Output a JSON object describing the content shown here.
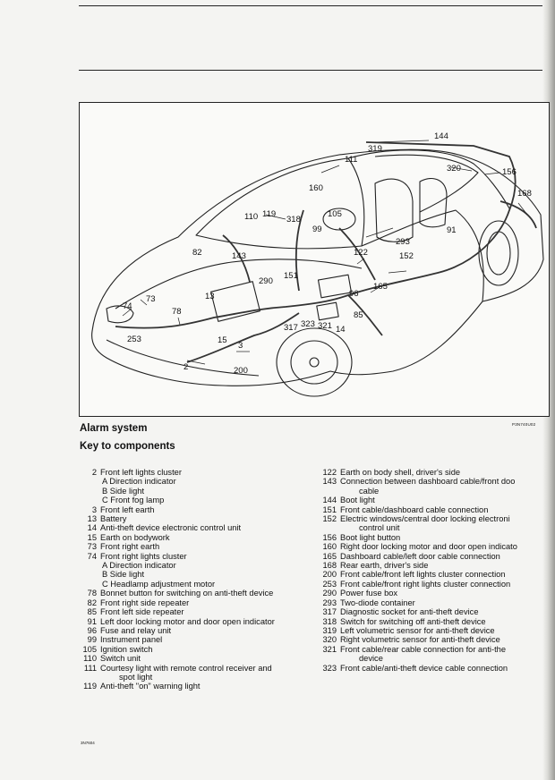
{
  "figure": {
    "code": "P3N740U02",
    "labels": [
      {
        "id": "144",
        "text": "144"
      },
      {
        "id": "319",
        "text": "319"
      },
      {
        "id": "111",
        "text": "111"
      },
      {
        "id": "320",
        "text": "320"
      },
      {
        "id": "156",
        "text": "156"
      },
      {
        "id": "168",
        "text": "168"
      },
      {
        "id": "160",
        "text": "160"
      },
      {
        "id": "110",
        "text": "110"
      },
      {
        "id": "119",
        "text": "119"
      },
      {
        "id": "318",
        "text": "318"
      },
      {
        "id": "105",
        "text": "105"
      },
      {
        "id": "99",
        "text": "99"
      },
      {
        "id": "91",
        "text": "91"
      },
      {
        "id": "82",
        "text": "82"
      },
      {
        "id": "143",
        "text": "143"
      },
      {
        "id": "122",
        "text": "122"
      },
      {
        "id": "293",
        "text": "293"
      },
      {
        "id": "152",
        "text": "152"
      },
      {
        "id": "151",
        "text": "151"
      },
      {
        "id": "290",
        "text": "290"
      },
      {
        "id": "165",
        "text": "165"
      },
      {
        "id": "73",
        "text": "73"
      },
      {
        "id": "13",
        "text": "13"
      },
      {
        "id": "96",
        "text": "96"
      },
      {
        "id": "74",
        "text": "74"
      },
      {
        "id": "78",
        "text": "78"
      },
      {
        "id": "85",
        "text": "85"
      },
      {
        "id": "317",
        "text": "317"
      },
      {
        "id": "323",
        "text": "323"
      },
      {
        "id": "321",
        "text": "321"
      },
      {
        "id": "14",
        "text": "14"
      },
      {
        "id": "253",
        "text": "253"
      },
      {
        "id": "15",
        "text": "15"
      },
      {
        "id": "3",
        "text": "3"
      },
      {
        "id": "2",
        "text": "2"
      },
      {
        "id": "200",
        "text": "200"
      }
    ]
  },
  "title": "Alarm system",
  "subtitle": "Key to components",
  "left_column": [
    {
      "num": "2",
      "text": "Front left lights cluster",
      "indent": "num"
    },
    {
      "num": "",
      "text": "A  Direction indicator",
      "indent": "sub"
    },
    {
      "num": "",
      "text": "B  Side light",
      "indent": "sub"
    },
    {
      "num": "",
      "text": "C  Front fog lamp",
      "indent": "sub"
    },
    {
      "num": "3",
      "text": "Front left earth",
      "indent": "num"
    },
    {
      "num": "13",
      "text": "Battery",
      "indent": "num"
    },
    {
      "num": "14",
      "text": "Anti-theft device electronic control unit",
      "indent": "num"
    },
    {
      "num": "15",
      "text": "Earth on bodywork",
      "indent": "num"
    },
    {
      "num": "73",
      "text": "Front right earth",
      "indent": "num"
    },
    {
      "num": "74",
      "text": "Front right lights cluster",
      "indent": "num"
    },
    {
      "num": "",
      "text": "A  Direction indicator",
      "indent": "sub"
    },
    {
      "num": "",
      "text": "B  Side light",
      "indent": "sub"
    },
    {
      "num": "",
      "text": "C  Headlamp adjustment motor",
      "indent": "sub"
    },
    {
      "num": "78",
      "text": "Bonnet button for switching on anti-theft device",
      "indent": "num"
    },
    {
      "num": "82",
      "text": "Front right side repeater",
      "indent": "num"
    },
    {
      "num": "85",
      "text": "Front left side repeater",
      "indent": "num"
    },
    {
      "num": "91",
      "text": "Left door locking motor and door open indicator",
      "indent": "num"
    },
    {
      "num": "96",
      "text": "Fuse and relay unit",
      "indent": "num"
    },
    {
      "num": "99",
      "text": "Instrument panel",
      "indent": "num"
    },
    {
      "num": "105",
      "text": "Ignition switch",
      "indent": "num"
    },
    {
      "num": "110",
      "text": "Switch unit",
      "indent": "num"
    },
    {
      "num": "111",
      "text": "Courtesy light with remote control receiver and",
      "indent": "num"
    },
    {
      "num": "",
      "text": "spot light",
      "indent": "cont"
    },
    {
      "num": "119",
      "text": "Anti-theft \"on\" warning light",
      "indent": "num"
    }
  ],
  "right_column": [
    {
      "num": "122",
      "text": "Earth on body shell, driver's side",
      "indent": "num"
    },
    {
      "num": "143",
      "text": "Connection between dashboard cable/front doo",
      "indent": "num"
    },
    {
      "num": "",
      "text": "cable",
      "indent": "cont"
    },
    {
      "num": "144",
      "text": "Boot light",
      "indent": "num"
    },
    {
      "num": "151",
      "text": "Front cable/dashboard cable connection",
      "indent": "num"
    },
    {
      "num": "152",
      "text": "Electric windows/central door locking electroni",
      "indent": "num"
    },
    {
      "num": "",
      "text": "control unit",
      "indent": "cont"
    },
    {
      "num": "156",
      "text": "Boot light button",
      "indent": "num"
    },
    {
      "num": "160",
      "text": "Right door locking motor and door open indicato",
      "indent": "num"
    },
    {
      "num": "165",
      "text": "Dashboard cable/left door cable connection",
      "indent": "num"
    },
    {
      "num": "168",
      "text": "Rear earth, driver's side",
      "indent": "num"
    },
    {
      "num": "200",
      "text": "Front cable/front left lights cluster connection",
      "indent": "num"
    },
    {
      "num": "253",
      "text": "Front cable/front right lights cluster connection",
      "indent": "num"
    },
    {
      "num": "290",
      "text": "Power fuse box",
      "indent": "num"
    },
    {
      "num": "293",
      "text": "Two-diode container",
      "indent": "num"
    },
    {
      "num": "317",
      "text": "Diagnostic socket for anti-theft device",
      "indent": "num"
    },
    {
      "num": "318",
      "text": "Switch for switching off anti-theft device",
      "indent": "num"
    },
    {
      "num": "319",
      "text": "Left volumetric sensor for anti-theft device",
      "indent": "num"
    },
    {
      "num": "320",
      "text": "Right volumetric sensor for anti-theft device",
      "indent": "num"
    },
    {
      "num": "321",
      "text": "Front cable/rear cable connection for anti-the",
      "indent": "num"
    },
    {
      "num": "",
      "text": "device",
      "indent": "cont"
    },
    {
      "num": "323",
      "text": "Front cable/anti-theft device cable connection",
      "indent": "num"
    }
  ],
  "footer_code": "3N7604"
}
